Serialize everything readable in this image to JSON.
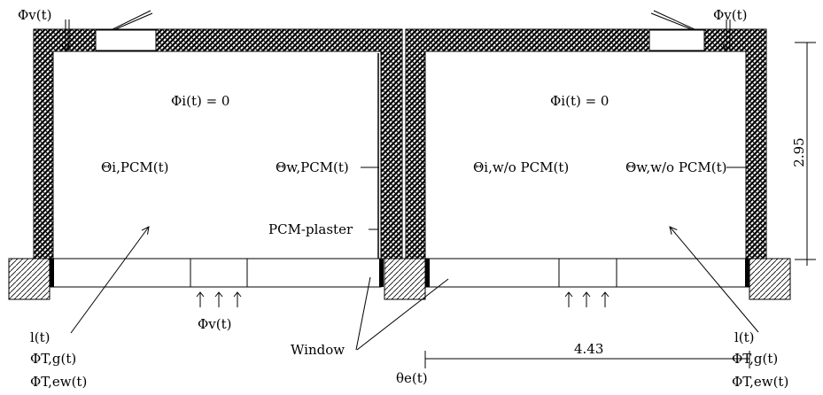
{
  "left_room": {
    "flux_zero": "Φi(t) = 0",
    "air_temp": "Θi,PCM(t)",
    "wall_temp": "Θw,PCM(t)",
    "plaster_label": "PCM-plaster",
    "vent_flux_top": "Φv(t)",
    "vent_flux_bottom": "Φv(t)",
    "solar": "l(t)",
    "glazing_loss": "ΦT,g(t)",
    "wall_loss": "ΦT,ew(t)"
  },
  "right_room": {
    "flux_zero": "Φi(t) = 0",
    "air_temp": "Θi,w/o PCM(t)",
    "wall_temp": "Θw,w/o PCM(t)",
    "vent_flux_top": "Φv(t)",
    "solar": "l(t)",
    "glazing_loss": "ΦT,g(t)",
    "wall_loss": "ΦT,ew(t)"
  },
  "shared": {
    "window_label": "Window",
    "outdoor_temp": "θe(t)"
  },
  "dimensions": {
    "height": "2.95",
    "width": "4.43"
  },
  "colors": {
    "line": "#000000",
    "hatch": "#000000",
    "background": "#ffffff"
  }
}
